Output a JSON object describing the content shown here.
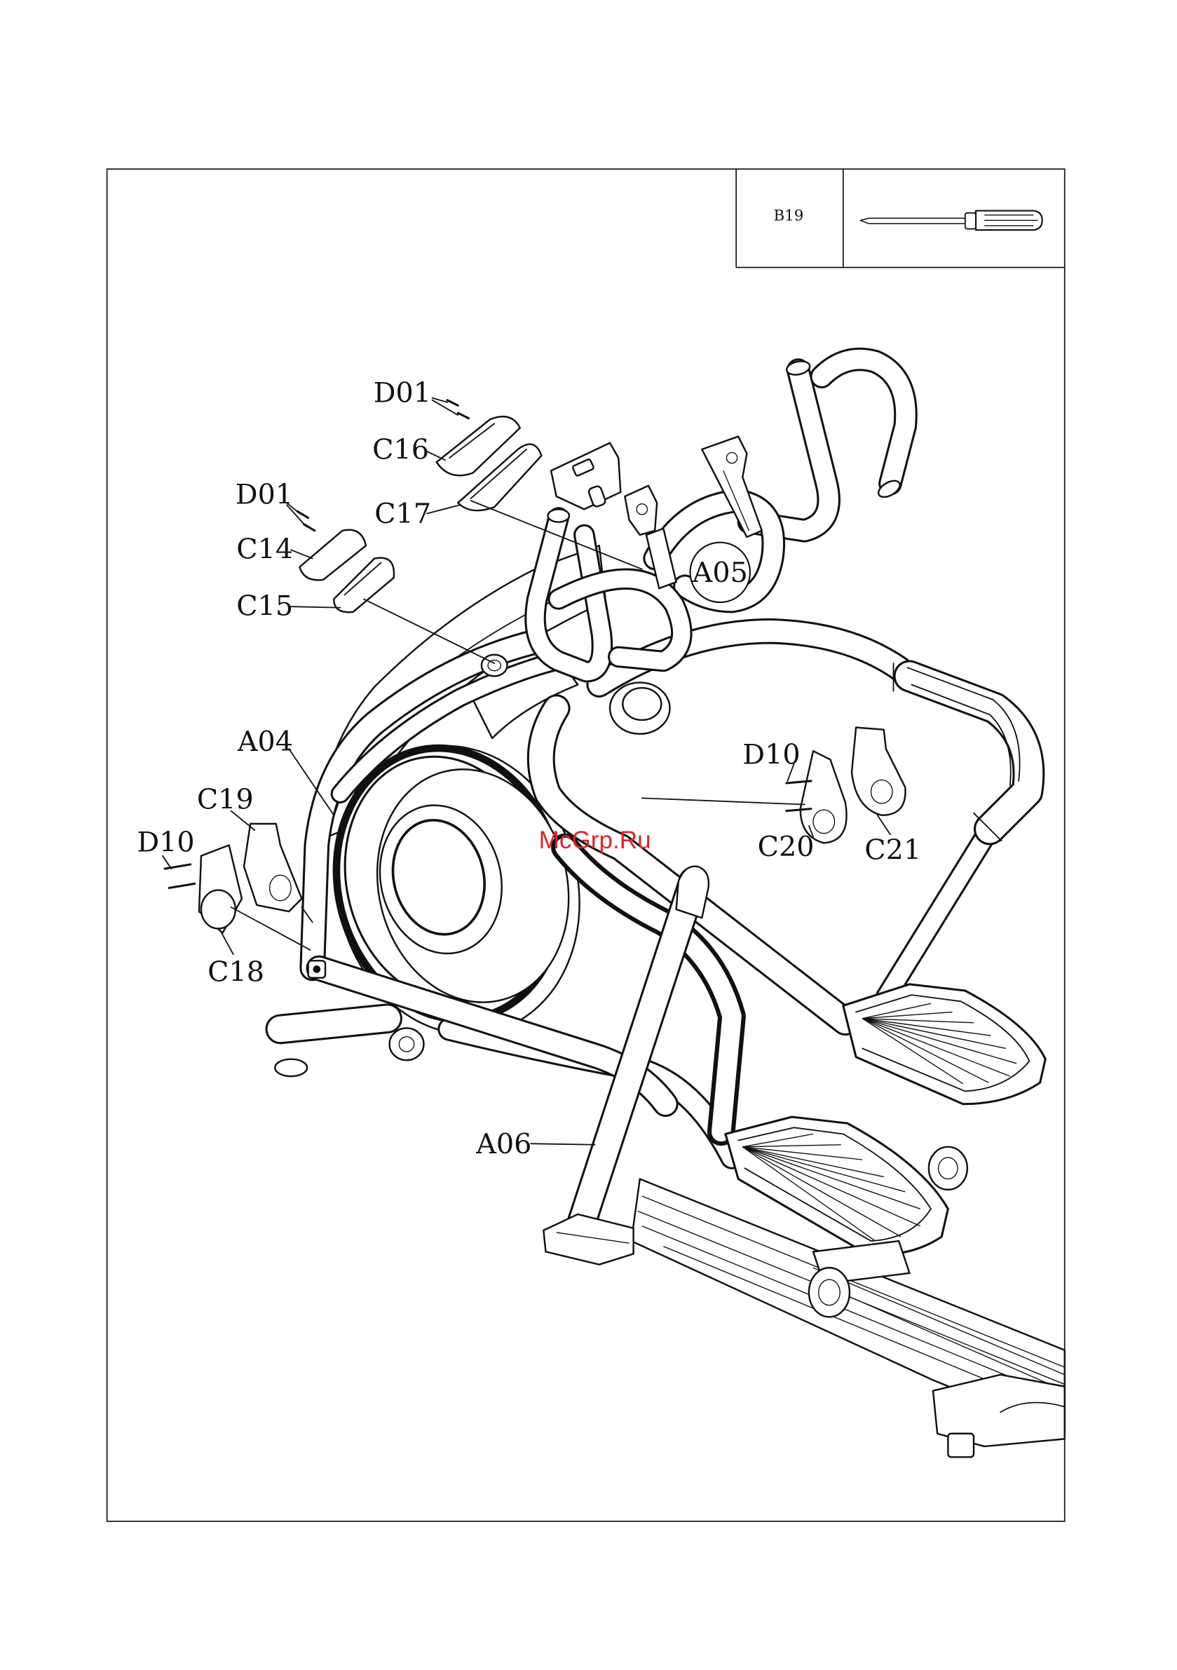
{
  "tool_table": {
    "part_id": "B19",
    "tool_icon": "screwdriver-icon"
  },
  "callouts": [
    {
      "label": "D01"
    },
    {
      "label": "C16"
    },
    {
      "label": "C17"
    },
    {
      "label": "D01"
    },
    {
      "label": "C14"
    },
    {
      "label": "C15"
    },
    {
      "label": "A05"
    },
    {
      "label": "A04"
    },
    {
      "label": "C19"
    },
    {
      "label": "D10"
    },
    {
      "label": "C18"
    },
    {
      "label": "D10"
    },
    {
      "label": "C20"
    },
    {
      "label": "C21"
    },
    {
      "label": "A06"
    }
  ],
  "watermark": {
    "text": "McGrp.Ru",
    "color": "#d8262b"
  },
  "colors": {
    "line": "#111111",
    "background": "#ffffff"
  }
}
